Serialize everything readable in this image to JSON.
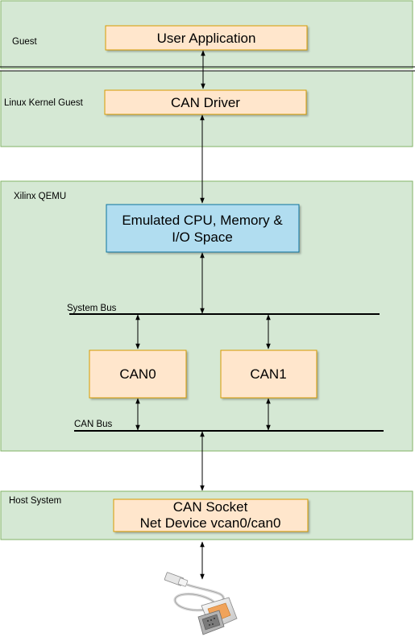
{
  "regions": {
    "guest": {
      "label": "Guest"
    },
    "kernel": {
      "label": "Linux Kernel Guest"
    },
    "qemu": {
      "label": "Xilinx QEMU"
    },
    "host": {
      "label": "Host System"
    }
  },
  "boxes": {
    "user_app": {
      "label": "User Application"
    },
    "can_driver": {
      "label": "CAN Driver"
    },
    "cpu": {
      "line1": "Emulated CPU, Memory &",
      "line2": "I/O Space"
    },
    "can0": {
      "label": "CAN0"
    },
    "can1": {
      "label": "CAN1"
    },
    "can_socket": {
      "line1": "CAN Socket",
      "line2": "Net Device vcan0/can0"
    }
  },
  "buses": {
    "system_bus": {
      "label": "System Bus"
    },
    "can_bus": {
      "label": "CAN Bus"
    }
  },
  "device": {
    "icon": "usb-can-adapter-icon"
  },
  "colors": {
    "region_fill": "#d5e8d4",
    "region_stroke": "#82b366",
    "box_fill": "#ffe6cc",
    "box_stroke": "#d79b00",
    "cpu_fill": "#b1ddf0",
    "cpu_stroke": "#10739e"
  }
}
